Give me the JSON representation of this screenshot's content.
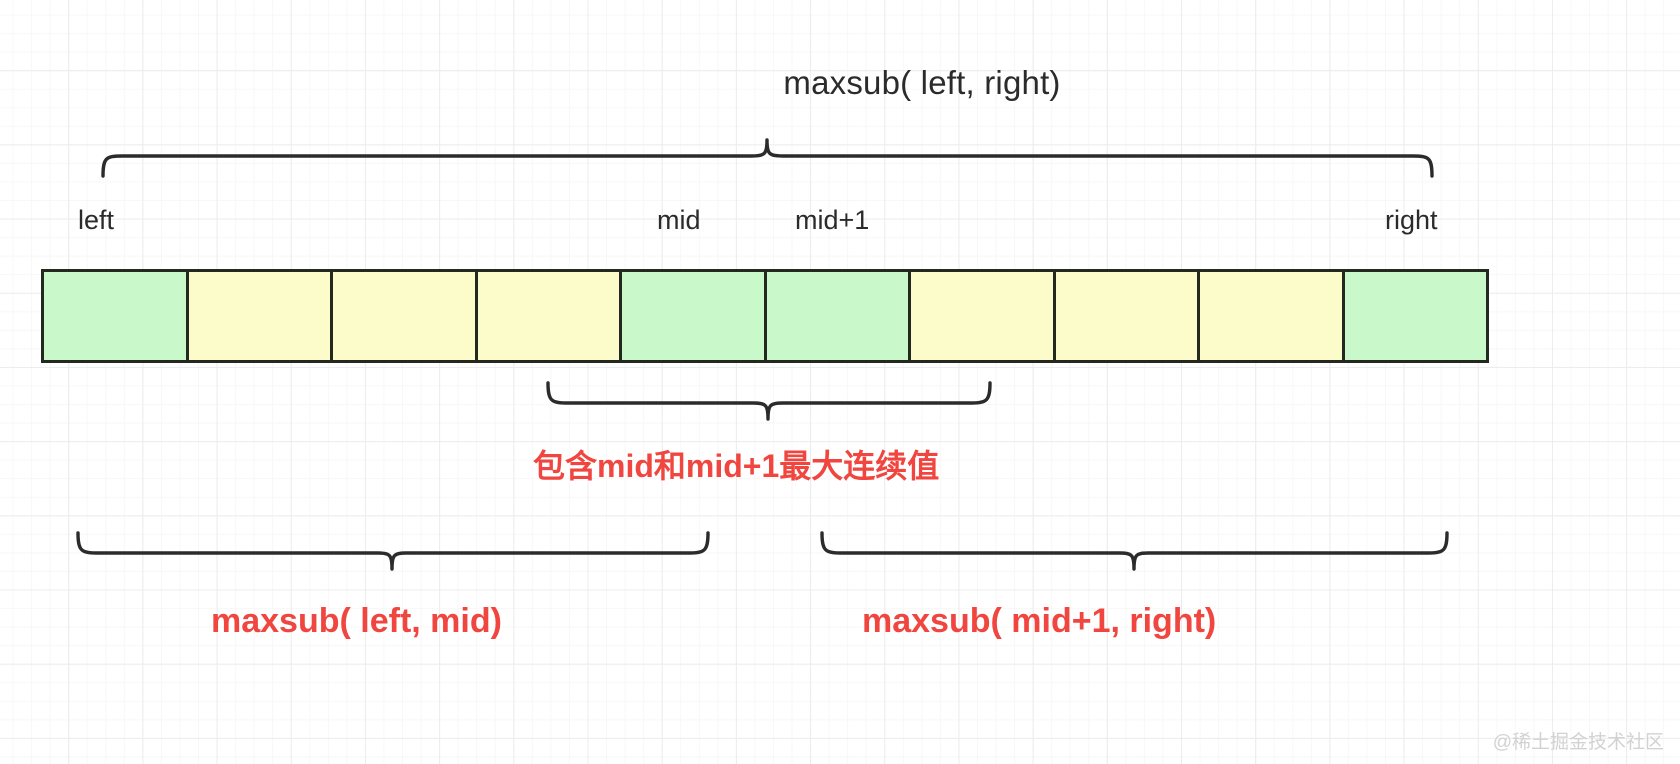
{
  "diagram": {
    "title_top": "maxsub( left, right)",
    "index_labels": {
      "left": "left",
      "mid": "mid",
      "mid_plus_1": "mid+1",
      "right": "right"
    },
    "array": {
      "cell_count": 10,
      "cells": [
        {
          "fill": "green",
          "color": "#c9f9cb"
        },
        {
          "fill": "yellow",
          "color": "#fcfcca"
        },
        {
          "fill": "yellow",
          "color": "#fcfcca"
        },
        {
          "fill": "yellow",
          "color": "#fcfcca"
        },
        {
          "fill": "green",
          "color": "#c9f9cb"
        },
        {
          "fill": "green",
          "color": "#c9f9cb"
        },
        {
          "fill": "yellow",
          "color": "#fcfcca"
        },
        {
          "fill": "yellow",
          "color": "#fcfcca"
        },
        {
          "fill": "yellow",
          "color": "#fcfcca"
        },
        {
          "fill": "green",
          "color": "#c9f9cb"
        }
      ],
      "border_color": "#23291f"
    },
    "annotations": {
      "middle_red": "包含mid和mid+1最大连续值",
      "bottom_left_red": "maxsub( left, mid)",
      "bottom_right_red": "maxsub( mid+1, right)",
      "red_color": "#f0463f"
    },
    "watermark": "@稀土掘金技术社区"
  }
}
